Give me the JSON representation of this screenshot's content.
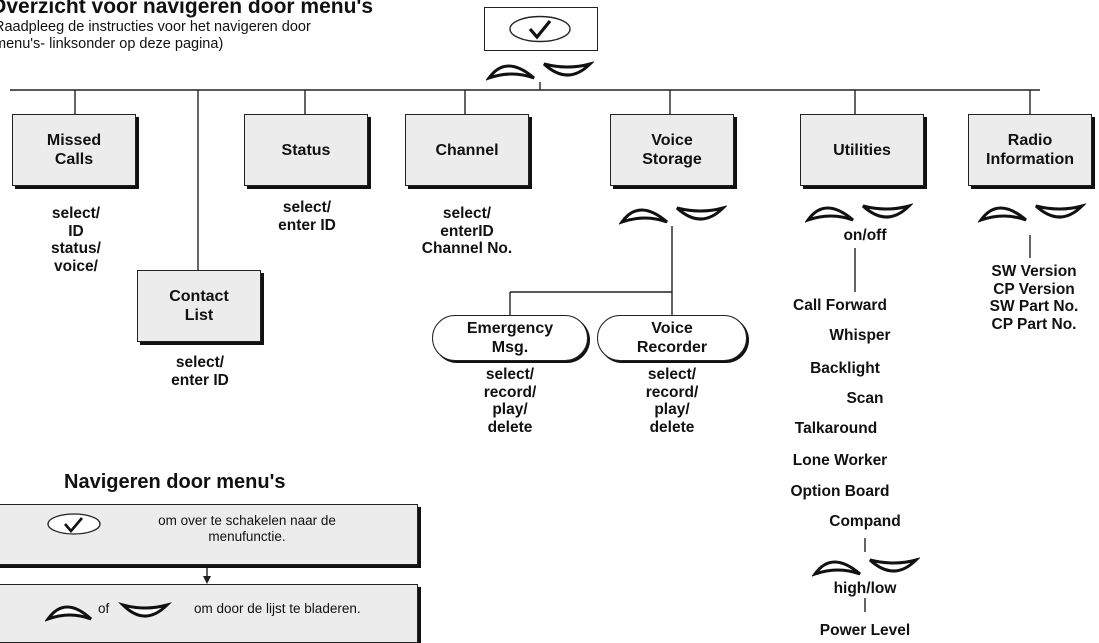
{
  "title": "Overzicht voor navigeren door menu's",
  "subtitle": "Raadpleeg de instructies voor het navigeren door\nmenu's- linksonder op deze pagina)",
  "top_icons": {
    "select": "checkmark-oval-icon",
    "up": "up-arrow-oval-icon",
    "down": "down-arrow-oval-icon"
  },
  "menus": {
    "missed_calls": {
      "label": "Missed\nCalls",
      "actions": "select/\nID\nstatus/\nvoice/"
    },
    "contact_list": {
      "label": "Contact\nList",
      "actions": "select/\nenter ID"
    },
    "status": {
      "label": "Status",
      "actions": "select/\nenter ID"
    },
    "channel": {
      "label": "Channel",
      "actions": "select/\nenterID\nChannel No."
    },
    "voice_storage": {
      "label": "Voice\nStorage",
      "emergency": {
        "label": "Emergency\nMsg.",
        "actions": "select/\nrecord/\nplay/\ndelete"
      },
      "recorder": {
        "label": "Voice\nRecorder",
        "actions": "select/\nrecord/\nplay/\ndelete"
      }
    },
    "utilities": {
      "label": "Utilities",
      "toggle": "on/off",
      "items": [
        "Call Forward",
        "Whisper",
        "Backlight",
        "Scan",
        "Talkaround",
        "Lone Worker",
        "Option Board",
        "Compand"
      ],
      "level_toggle": "high/low",
      "power": "Power Level"
    },
    "radio_info": {
      "label": "Radio\nInformation",
      "items": "SW Version\nCP Version\nSW Part No.\nCP Part No."
    }
  },
  "nav": {
    "heading": "Navigeren door menu's",
    "step1": "om over te schakelen naar de\nmenufunctie.",
    "of": "of",
    "step2": "om door de lijst te bladeren."
  }
}
